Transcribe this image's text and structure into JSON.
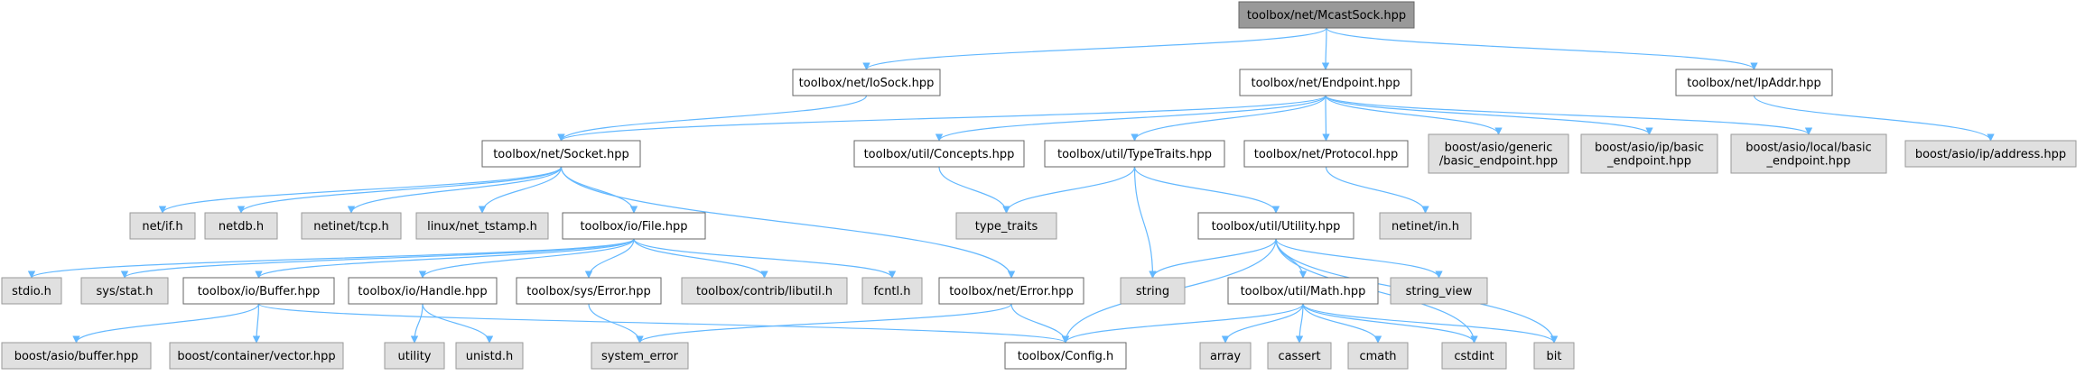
{
  "colors": {
    "edge": "#63b8ff",
    "root_fill": "#999999",
    "root_stroke": "#666666",
    "project_fill": "#ffffff",
    "project_stroke": "#666666",
    "external_fill": "#e0e0e0",
    "external_stroke": "#999999"
  },
  "root": "toolbox/net/McastSock.hpp",
  "nodes": [
    {
      "id": "mcast",
      "kind": "root",
      "lines": [
        "toolbox/net/McastSock.hpp"
      ]
    },
    {
      "id": "iosock",
      "kind": "project",
      "lines": [
        "toolbox/net/IoSock.hpp"
      ]
    },
    {
      "id": "endpoint",
      "kind": "project",
      "lines": [
        "toolbox/net/Endpoint.hpp"
      ]
    },
    {
      "id": "ipaddr",
      "kind": "project",
      "lines": [
        "toolbox/net/IpAddr.hpp"
      ]
    },
    {
      "id": "socket",
      "kind": "project",
      "lines": [
        "toolbox/net/Socket.hpp"
      ]
    },
    {
      "id": "concepts",
      "kind": "project",
      "lines": [
        "toolbox/util/Concepts.hpp"
      ]
    },
    {
      "id": "typetraits_hpp",
      "kind": "project",
      "lines": [
        "toolbox/util/TypeTraits.hpp"
      ]
    },
    {
      "id": "protocol",
      "kind": "project",
      "lines": [
        "toolbox/net/Protocol.hpp"
      ]
    },
    {
      "id": "generic_ep",
      "kind": "external",
      "lines": [
        "boost/asio/generic",
        "/basic_endpoint.hpp"
      ]
    },
    {
      "id": "ip_ep",
      "kind": "external",
      "lines": [
        "boost/asio/ip/basic",
        "_endpoint.hpp"
      ]
    },
    {
      "id": "local_ep",
      "kind": "external",
      "lines": [
        "boost/asio/local/basic",
        "_endpoint.hpp"
      ]
    },
    {
      "id": "ipaddress",
      "kind": "external",
      "lines": [
        "boost/asio/ip/address.hpp"
      ]
    },
    {
      "id": "netif",
      "kind": "external",
      "lines": [
        "net/if.h"
      ]
    },
    {
      "id": "netdb",
      "kind": "external",
      "lines": [
        "netdb.h"
      ]
    },
    {
      "id": "tcp",
      "kind": "external",
      "lines": [
        "netinet/tcp.h"
      ]
    },
    {
      "id": "tstamp",
      "kind": "external",
      "lines": [
        "linux/net_tstamp.h"
      ]
    },
    {
      "id": "file",
      "kind": "project",
      "lines": [
        "toolbox/io/File.hpp"
      ]
    },
    {
      "id": "type_traits",
      "kind": "external",
      "lines": [
        "type_traits"
      ]
    },
    {
      "id": "utility_hpp",
      "kind": "project",
      "lines": [
        "toolbox/util/Utility.hpp"
      ]
    },
    {
      "id": "netin",
      "kind": "external",
      "lines": [
        "netinet/in.h"
      ]
    },
    {
      "id": "stdio",
      "kind": "external",
      "lines": [
        "stdio.h"
      ]
    },
    {
      "id": "sysstat",
      "kind": "external",
      "lines": [
        "sys/stat.h"
      ]
    },
    {
      "id": "buffer",
      "kind": "project",
      "lines": [
        "toolbox/io/Buffer.hpp"
      ]
    },
    {
      "id": "handle",
      "kind": "project",
      "lines": [
        "toolbox/io/Handle.hpp"
      ]
    },
    {
      "id": "syserror",
      "kind": "project",
      "lines": [
        "toolbox/sys/Error.hpp"
      ]
    },
    {
      "id": "libutil",
      "kind": "external",
      "lines": [
        "toolbox/contrib/libutil.h"
      ]
    },
    {
      "id": "fcntl",
      "kind": "external",
      "lines": [
        "fcntl.h"
      ]
    },
    {
      "id": "neterror",
      "kind": "project",
      "lines": [
        "toolbox/net/Error.hpp"
      ]
    },
    {
      "id": "string",
      "kind": "external",
      "lines": [
        "string"
      ]
    },
    {
      "id": "math",
      "kind": "project",
      "lines": [
        "toolbox/util/Math.hpp"
      ]
    },
    {
      "id": "string_view",
      "kind": "external",
      "lines": [
        "string_view"
      ]
    },
    {
      "id": "asiobuffer",
      "kind": "external",
      "lines": [
        "boost/asio/buffer.hpp"
      ]
    },
    {
      "id": "vector",
      "kind": "external",
      "lines": [
        "boost/container/vector.hpp"
      ]
    },
    {
      "id": "utility",
      "kind": "external",
      "lines": [
        "utility"
      ]
    },
    {
      "id": "unistd",
      "kind": "external",
      "lines": [
        "unistd.h"
      ]
    },
    {
      "id": "system_error",
      "kind": "external",
      "lines": [
        "system_error"
      ]
    },
    {
      "id": "config",
      "kind": "project",
      "lines": [
        "toolbox/Config.h"
      ]
    },
    {
      "id": "array",
      "kind": "external",
      "lines": [
        "array"
      ]
    },
    {
      "id": "cassert",
      "kind": "external",
      "lines": [
        "cassert"
      ]
    },
    {
      "id": "cmath",
      "kind": "external",
      "lines": [
        "cmath"
      ]
    },
    {
      "id": "cstdint",
      "kind": "external",
      "lines": [
        "cstdint"
      ]
    },
    {
      "id": "bit",
      "kind": "external",
      "lines": [
        "bit"
      ]
    }
  ],
  "edges": [
    [
      "mcast",
      "iosock"
    ],
    [
      "mcast",
      "endpoint"
    ],
    [
      "mcast",
      "ipaddr"
    ],
    [
      "iosock",
      "socket"
    ],
    [
      "endpoint",
      "socket"
    ],
    [
      "endpoint",
      "concepts"
    ],
    [
      "endpoint",
      "typetraits_hpp"
    ],
    [
      "endpoint",
      "protocol"
    ],
    [
      "endpoint",
      "generic_ep"
    ],
    [
      "endpoint",
      "ip_ep"
    ],
    [
      "endpoint",
      "local_ep"
    ],
    [
      "ipaddr",
      "ipaddress"
    ],
    [
      "socket",
      "netif"
    ],
    [
      "socket",
      "netdb"
    ],
    [
      "socket",
      "tcp"
    ],
    [
      "socket",
      "tstamp"
    ],
    [
      "socket",
      "file"
    ],
    [
      "socket",
      "neterror"
    ],
    [
      "concepts",
      "type_traits"
    ],
    [
      "typetraits_hpp",
      "type_traits"
    ],
    [
      "typetraits_hpp",
      "string"
    ],
    [
      "typetraits_hpp",
      "utility_hpp"
    ],
    [
      "protocol",
      "netin"
    ],
    [
      "file",
      "stdio"
    ],
    [
      "file",
      "sysstat"
    ],
    [
      "file",
      "buffer"
    ],
    [
      "file",
      "handle"
    ],
    [
      "file",
      "syserror"
    ],
    [
      "file",
      "libutil"
    ],
    [
      "file",
      "fcntl"
    ],
    [
      "utility_hpp",
      "string"
    ],
    [
      "utility_hpp",
      "math"
    ],
    [
      "utility_hpp",
      "string_view"
    ],
    [
      "utility_hpp",
      "config"
    ],
    [
      "utility_hpp",
      "cstdint"
    ],
    [
      "utility_hpp",
      "bit"
    ],
    [
      "buffer",
      "asiobuffer"
    ],
    [
      "buffer",
      "vector"
    ],
    [
      "buffer",
      "config"
    ],
    [
      "handle",
      "utility"
    ],
    [
      "handle",
      "unistd"
    ],
    [
      "syserror",
      "system_error"
    ],
    [
      "neterror",
      "system_error"
    ],
    [
      "neterror",
      "config"
    ],
    [
      "math",
      "config"
    ],
    [
      "math",
      "array"
    ],
    [
      "math",
      "cassert"
    ],
    [
      "math",
      "cmath"
    ],
    [
      "math",
      "cstdint"
    ],
    [
      "math",
      "bit"
    ]
  ]
}
